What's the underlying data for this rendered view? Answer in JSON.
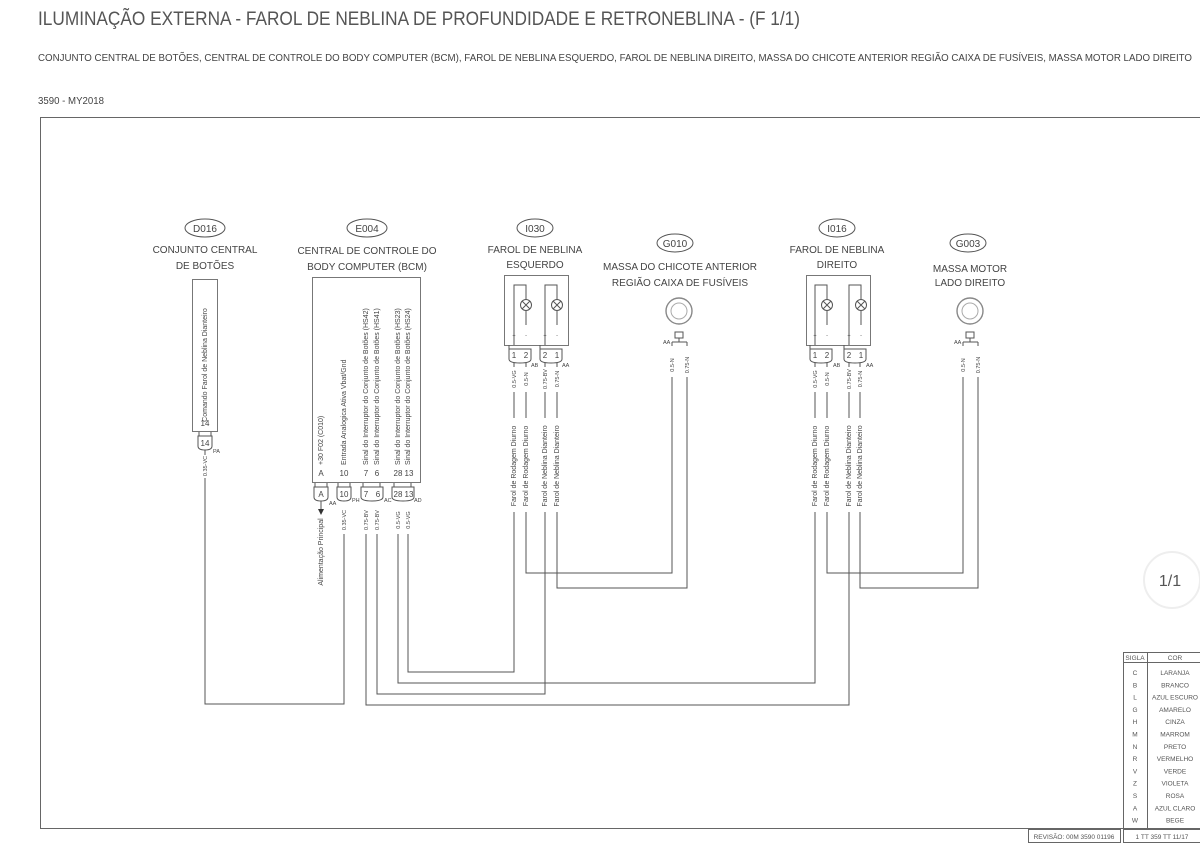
{
  "header": {
    "title": "ILUMINAÇÃO EXTERNA - FAROL DE NEBLINA DE PROFUNDIDADE E RETRONEBLINA - (F 1/1)",
    "subtitle": "CONJUNTO CENTRAL DE BOTÕES, CENTRAL DE CONTROLE DO BODY COMPUTER (BCM), FAROL DE NEBLINA ESQUERDO, FAROL DE NEBLINA DIREITO, MASSA DO CHICOTE ANTERIOR REGIÃO CAIXA DE FUSÍVEIS, MASSA MOTOR LADO DIREITO",
    "model": "3590 - MY2018"
  },
  "components": {
    "d016": {
      "id": "D016",
      "name": [
        "CONJUNTO CENTRAL",
        "DE BOTÕES"
      ],
      "function": "Comando Farol de Neblina Dianteiro",
      "pin": "14",
      "connector": "PA",
      "wire": "0.35-VC"
    },
    "e004": {
      "id": "E004",
      "name": [
        "CENTRAL DE CONTROLE DO",
        "BODY COMPUTER (BCM)"
      ],
      "functions": [
        "+30 F02 (C010)",
        "Entrada Analogica Ativa Vbat/Gnd",
        "Sinal do Interruptor do Conjunto de Botões (HS42)",
        "Sinal do Interruptor do Conjunto de Botões (HS41)",
        "Sinal do Interruptor do Conjunto de Botões (HS23)",
        "Sinal do Interruptor do Conjunto de Botões (HS24)"
      ],
      "pins": [
        "A",
        "10",
        "7",
        "6",
        "28",
        "13"
      ],
      "connectors": [
        "AA",
        "PH",
        "AC",
        "AD"
      ],
      "wires": [
        "0.35-VC",
        "0.75-BV",
        "0.75-BV",
        "0.5-VG",
        "0.5-VG"
      ],
      "supply_label": "Alimentação Principal"
    },
    "i030": {
      "id": "I030",
      "name": [
        "FAROL DE NEBLINA",
        "ESQUERDO"
      ],
      "pins": [
        "1",
        "2",
        "2",
        "1"
      ],
      "polarity": [
        "+",
        "-",
        "+",
        "-"
      ],
      "connectors": [
        "AB",
        "AA"
      ],
      "wires": [
        "0.5-VG",
        "0.5-N",
        "0.75-BV",
        "0.75-N"
      ],
      "functions": [
        "Farol de Rodagem Diurno",
        "Farol de Rodagem Diurno",
        "Farol de Neblina Dianteiro",
        "Farol de Neblina Dianteiro"
      ]
    },
    "g010": {
      "id": "G010",
      "name": [
        "MASSA DO CHICOTE ANTERIOR",
        "REGIÃO CAIXA DE FUSÍVEIS"
      ],
      "connector": "AA",
      "wires": [
        "0.5-N",
        "0.75-N"
      ]
    },
    "i016": {
      "id": "I016",
      "name": [
        "FAROL DE NEBLINA",
        "DIREITO"
      ],
      "pins": [
        "1",
        "2",
        "2",
        "1"
      ],
      "polarity": [
        "+",
        "-",
        "+",
        "-"
      ],
      "connectors": [
        "AB",
        "AA"
      ],
      "wires": [
        "0.5-VG",
        "0.5-N",
        "0.75-BV",
        "0.75-N"
      ],
      "functions": [
        "Farol de Rodagem Diurno",
        "Farol de Rodagem Diurno",
        "Farol de Neblina Dianteiro",
        "Farol de Neblina Dianteiro"
      ]
    },
    "g003": {
      "id": "G003",
      "name": [
        "MASSA MOTOR",
        "LADO DIREITO"
      ],
      "connector": "AA",
      "wires": [
        "0.5-N",
        "0.75-N"
      ]
    }
  },
  "page_indicator": "1/1",
  "legend": {
    "headers": [
      "SIGLA",
      "COR"
    ],
    "rows": [
      [
        "C",
        "LARANJA"
      ],
      [
        "B",
        "BRANCO"
      ],
      [
        "L",
        "AZUL ESCURO"
      ],
      [
        "G",
        "AMARELO"
      ],
      [
        "H",
        "CINZA"
      ],
      [
        "M",
        "MARROM"
      ],
      [
        "N",
        "PRETO"
      ],
      [
        "R",
        "VERMELHO"
      ],
      [
        "V",
        "VERDE"
      ],
      [
        "Z",
        "VIOLETA"
      ],
      [
        "S",
        "ROSA"
      ],
      [
        "A",
        "AZUL CLARO"
      ],
      [
        "W",
        "BEGE"
      ]
    ]
  },
  "footer": {
    "revision": "REVISÃO: 00M 3590 01196",
    "code": "1 TT 359 TT 11/17"
  }
}
